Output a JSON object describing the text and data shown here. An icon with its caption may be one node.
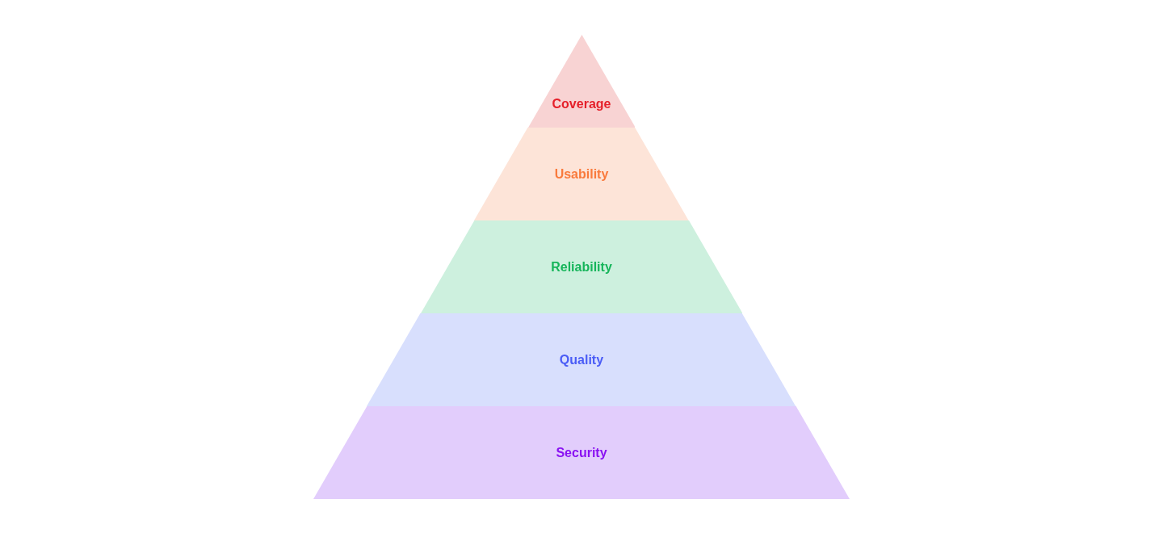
{
  "diagram": {
    "nodes": [
      {
        "text": [
          "Coverage"
        ]
      },
      {
        "text": [
          "Usability"
        ]
      },
      {
        "text": [
          "Reliability"
        ]
      },
      {
        "text": [
          "Quality"
        ]
      },
      {
        "text": [
          "Security"
        ]
      }
    ]
  }
}
